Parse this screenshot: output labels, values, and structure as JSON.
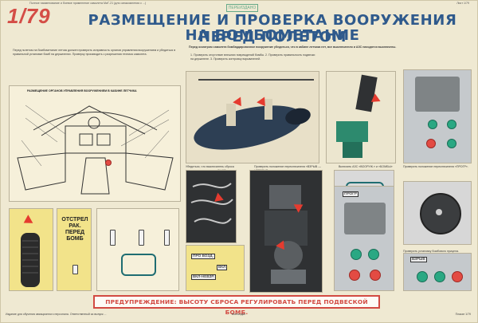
{
  "poster_number": "1/79",
  "top_left_small": "Полное наименование и боевое применение самолета МиГ-21 (для ознакомления с ...)",
  "top_right_small": "Лист 1/79",
  "stamp": "ПЕРЕИЗДАНО",
  "title_line1": "РАЗМЕЩЕНИЕ И ПРОВЕРКА ВООРУЖЕНИЯ ПЕРЕД ПОЛЕТОМ",
  "title_line2": "НА БОМБОМЕТАНИЕ",
  "intro_text": "Перед полетом на бомбометание летчик должен проверить исправность органов управления вооружением и убедиться в правильной установке бомб на держателях. Проверку производить с разрешения техника самолета.",
  "cockpit_heading": "РАЗМЕЩЕНИЕ ОРГАНОВ УПРАВЛЕНИЯ ВООРУЖЕНИЕМ В КАБИНЕ ЛЕТЧИКА",
  "bomb_intro": "Перед осмотром самолета бомбардировочное вооружение убедиться, что в кабине летчика нет, все выключатели и АЗС находятся выключены.",
  "bomb_points": "1. Проверить отсутствие внешних повреждений бомбы.  2. Проверить правильность подвески на держателе.  3. Проверить контровку взрывателей.",
  "step_texts": [
    "Убедиться, что выключатель сброса находится в положении ВЫКЛ.",
    "Проверить положение переключателя «ВЗРЫВ — НЕВЗРЫВ».",
    "Включить АЗС «ВООРУЖ.» и «БОМБЫ» перед выруливанием.",
    "Проверить положение переключателя «ПРОГР».",
    "Проверить установку бомбового прицела."
  ],
  "handle_label": "ОТСТРЕЛ\nРАК.\nПЕРЕД\nБОМБ",
  "switch_labels": [
    "ПРО ВОЗД.",
    "ВКЛ",
    "ПРОГР",
    "ВЗРЫВ",
    "ВКЛ-НЕВЗР."
  ],
  "warning": "ПРЕДУПРЕЖДЕНИЕ: ВЫСОТУ СБРОСА РЕГУЛИРОВАТЬ ПЕРЕД ПОДВЕСКОЙ БОМБ.",
  "bottom_left": "Издание для обучения авиационного персонала. Ответственный за выпуск ...",
  "bottom_center": "Воениздат",
  "bottom_right": "Плакат 1/79",
  "colors": {
    "title": "#2f5a8c",
    "accent": "#d44d46",
    "bg": "#efe9d2"
  }
}
